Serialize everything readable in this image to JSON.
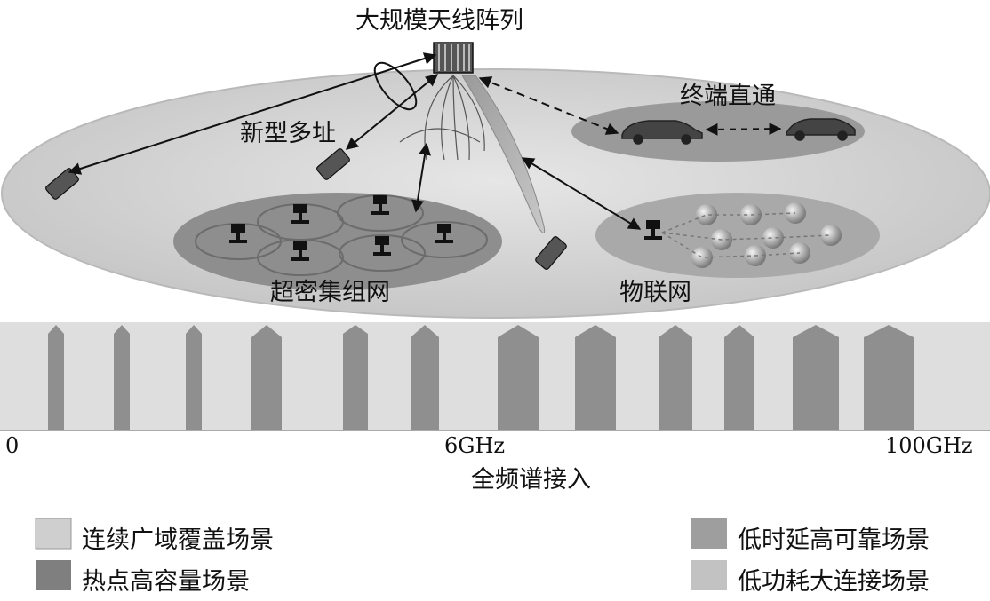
{
  "labels": {
    "massive_mimo": "大规模天线阵列",
    "d2d": "终端直通",
    "new_multiple_access": "新型多址",
    "ultra_dense": "超密集组网",
    "iot": "物联网",
    "full_spectrum": "全频谱接入"
  },
  "axis": {
    "tick_0": "0",
    "tick_6": "6GHz",
    "tick_100": "100GHz"
  },
  "legend": [
    {
      "label": "连续广域覆盖场景",
      "color": "#cfcfcf"
    },
    {
      "label": "热点高容量场景",
      "color": "#7f7f7f"
    },
    {
      "label": "低时延高可靠场景",
      "color": "#9e9e9e"
    },
    {
      "label": "低功耗大连接场景",
      "color": "#bdbdbd"
    }
  ],
  "colors": {
    "ground": "#d2d2d2",
    "cluster_dark": "#8e8e8e",
    "cluster_mid": "#a6a6a6",
    "band_bg": "#e0e0e0",
    "band_fill": "#8f8f8f"
  }
}
